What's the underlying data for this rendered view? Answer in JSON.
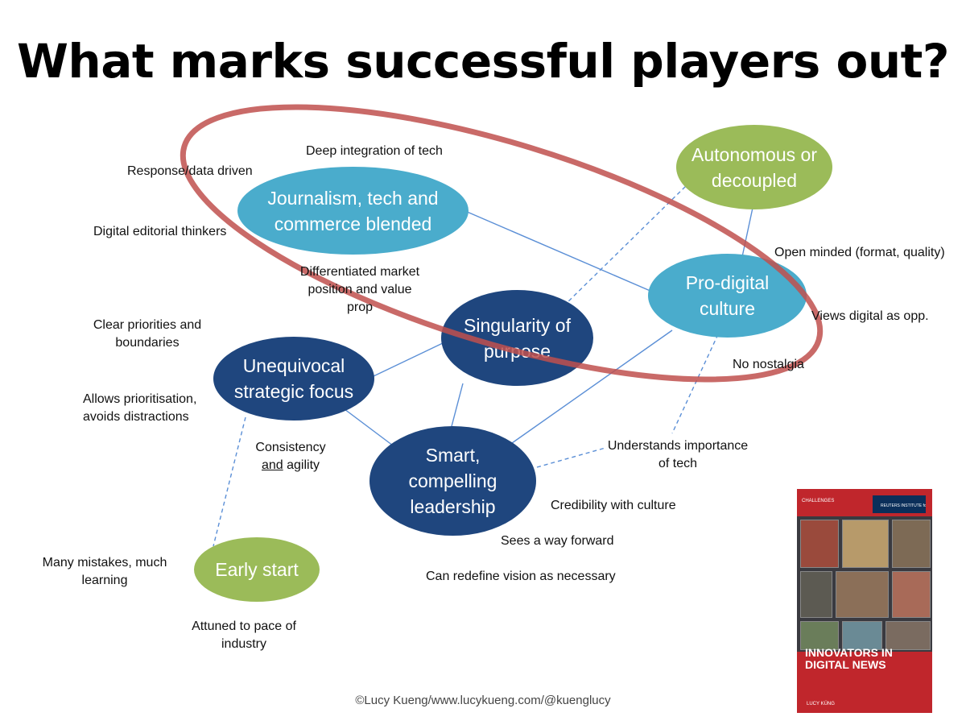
{
  "title": "What marks successful players out?",
  "nodes": {
    "journalism_tech_commerce": "Journalism, tech and\ncommerce blended",
    "autonomous": "Autonomous or\ndecoupled",
    "pro_digital": "Pro-digital\nculture",
    "singularity": "Singularity of\npurpose",
    "unequivocal": "Unequivocal\nstrategic focus",
    "smart_leadership": "Smart,\ncompelling\nleadership",
    "early_start": "Early start"
  },
  "notes": {
    "deep_integration": "Deep integration of tech",
    "response_data": "Response/data driven",
    "digital_editorial": "Digital editorial thinkers",
    "differentiated": "Differentiated market\nposition and value\nprop",
    "open_minded": "Open minded (format, quality)",
    "views_digital": "Views digital as opp.",
    "no_nostalgia": "No nostalgia",
    "clear_priorities": "Clear priorities and\nboundaries",
    "allows_prioritisation": "Allows prioritisation,\navoids distractions",
    "consistency_pre": "Consistency\n",
    "consistency_and": "and",
    "consistency_post": " agility",
    "understands_tech": "Understands importance\nof tech",
    "credibility": "Credibility with culture",
    "sees_way": "Sees a way forward",
    "redefine_vision": "Can redefine vision as necessary",
    "many_mistakes": "Many mistakes, much\nlearning",
    "attuned": "Attuned to pace of\nindustry"
  },
  "footer": "©Lucy Kueng/www.lucykueng.com/@kuenglucy",
  "book": {
    "series": "CHALLENGES",
    "publisher": "REUTERS INSTITUTE for the STUDY of JOURNALISM",
    "title": "INNOVATORS IN\nDIGITAL NEWS",
    "author": "LUCY KÜNG"
  },
  "colors": {
    "light_blue": "#4aaccc",
    "dark_blue": "#1f467e",
    "green": "#9bbb59",
    "highlight_ellipse": "#c0504d",
    "connector": "#5b8fd6"
  }
}
